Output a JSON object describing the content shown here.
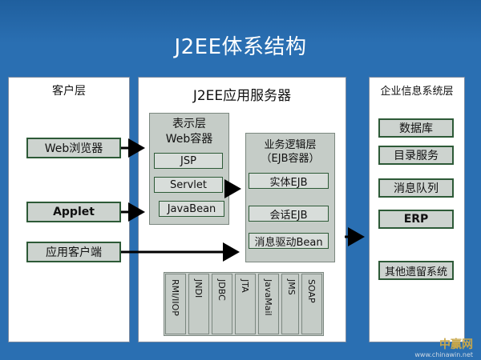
{
  "title": "J2EE体系结构",
  "client_tier": {
    "title": "客户层",
    "items": [
      "Web浏览器",
      "Applet",
      "应用客户端"
    ]
  },
  "server": {
    "title": "J2EE应用服务器",
    "presentation": {
      "title_line1": "表示层",
      "title_line2": "Web容器",
      "items": [
        "JSP",
        "Servlet",
        "JavaBean"
      ]
    },
    "business": {
      "title_line1": "业务逻辑层",
      "title_line2": "（EJB容器）",
      "items": [
        "实体EJB",
        "会话EJB",
        "消息驱动Bean"
      ]
    },
    "services": [
      "RMI/IIOP",
      "JNDI",
      "JDBC",
      "JTA",
      "JavaMail",
      "JMS",
      "SOAP"
    ]
  },
  "enterprise_tier": {
    "title": "企业信息系统层",
    "items": [
      "数据库",
      "目录服务",
      "消息队列",
      "ERP",
      "其他遗留系统"
    ]
  },
  "watermark": {
    "text": "中赢网",
    "url": "www.chinawin.net"
  },
  "colors": {
    "background": "#2a6fb2",
    "box_fill": "#c5ccc7",
    "button_border": "#2d5a37",
    "arrow": "#000000"
  }
}
